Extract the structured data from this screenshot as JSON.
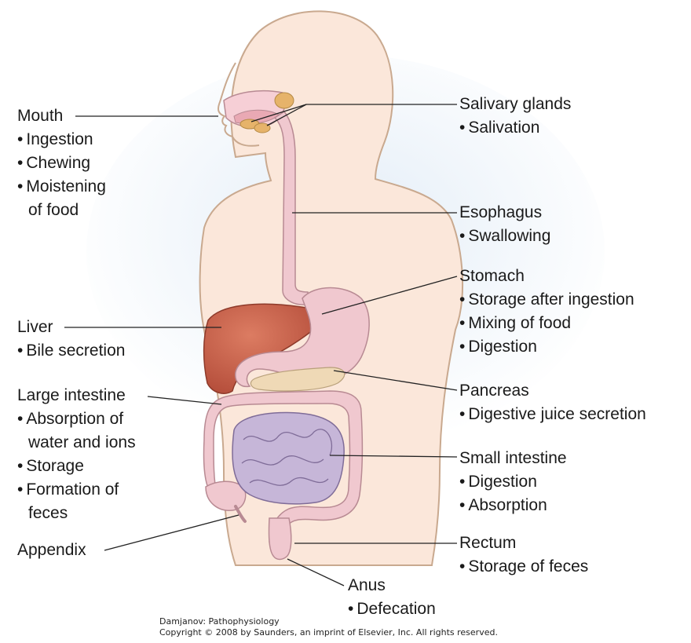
{
  "labels": {
    "mouth": {
      "title": "Mouth",
      "items": [
        "Ingestion",
        "Chewing",
        "Moistening"
      ],
      "cont": "of food"
    },
    "liver": {
      "title": "Liver",
      "items": [
        "Bile secretion"
      ]
    },
    "large_intestine": {
      "title": "Large intestine",
      "items": [
        "Absorption of"
      ],
      "cont1": "water and ions",
      "items2": [
        "Storage",
        "Formation of"
      ],
      "cont2": "feces"
    },
    "appendix": {
      "title": "Appendix"
    },
    "salivary": {
      "title": "Salivary glands",
      "items": [
        "Salivation"
      ]
    },
    "esophagus": {
      "title": "Esophagus",
      "items": [
        "Swallowing"
      ]
    },
    "stomach": {
      "title": "Stomach",
      "items": [
        "Storage after ingestion",
        "Mixing of food",
        "Digestion"
      ]
    },
    "pancreas": {
      "title": "Pancreas",
      "items": [
        "Digestive juice secretion"
      ]
    },
    "small_intestine": {
      "title": "Small intestine",
      "items": [
        "Digestion",
        "Absorption"
      ]
    },
    "rectum": {
      "title": "Rectum",
      "items": [
        "Storage of feces"
      ]
    },
    "anus": {
      "title": "Anus",
      "items": [
        "Defecation"
      ]
    }
  },
  "credit": {
    "line1": "Damjanov: Pathophysiology",
    "line2": "Copyright © 2008 by Saunders, an imprint of Elsevier, Inc. All rights reserved."
  },
  "colors": {
    "skin": "#fbe7da",
    "outline": "#c9a98f",
    "tract": "#f0c8cf",
    "tract_outline": "#b88a93",
    "liver": "#c8604a",
    "small_intestine": "#c6b6d8",
    "pancreas": "#efd9b6",
    "glands": "#e6b36a"
  }
}
